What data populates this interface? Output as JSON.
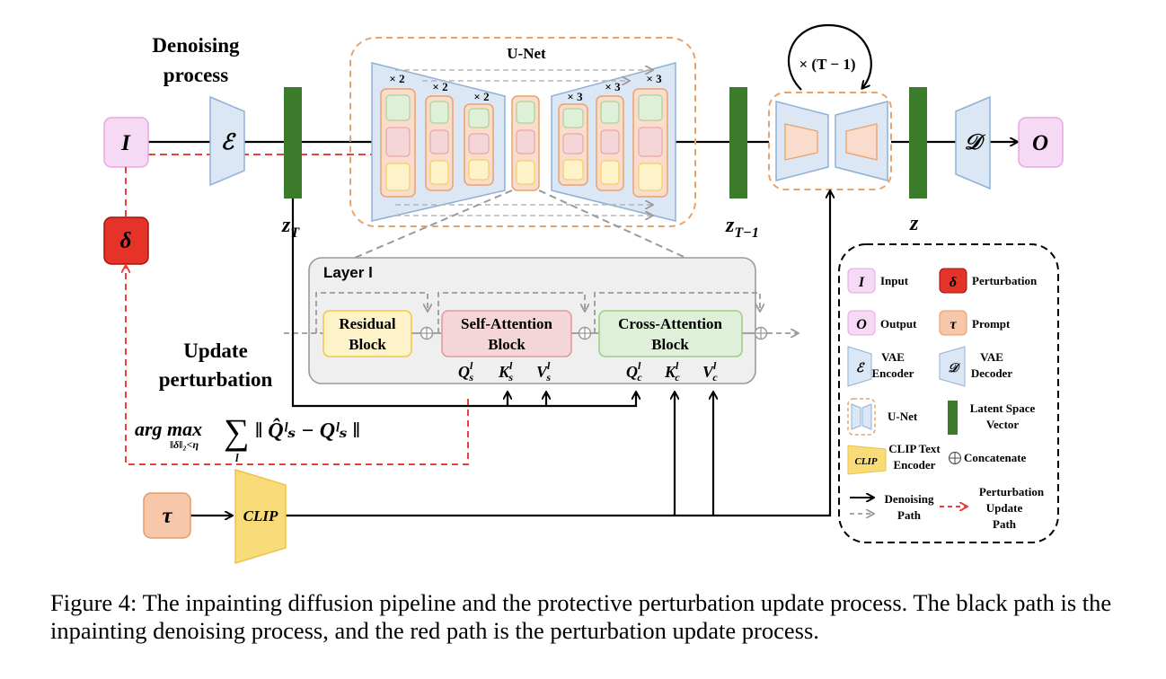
{
  "labels": {
    "denoising_1": "Denoising",
    "denoising_2": "process",
    "unet": "U-Net",
    "mult_x2": "× 2",
    "mult_x3": "× 3",
    "loop": "× (T − 1)",
    "update_1": "Update",
    "update_2": "perturbation",
    "layer": "Layer l",
    "residual_1": "Residual",
    "residual_2": "Block",
    "selfattn_1": "Self-Attention",
    "selfattn_2": "Block",
    "crossattn_1": "Cross-Attention",
    "crossattn_2": "Block",
    "node_I": "I",
    "node_E": "ℰ",
    "node_D": "𝒟",
    "node_O": "O",
    "node_delta": "δ",
    "node_tau": "τ",
    "clip": "CLIP",
    "zT": "z",
    "zT_sub": "T",
    "zT1": "z",
    "zT1_sub": "T−1",
    "z": "z",
    "Qs": "Q",
    "Ks": "K",
    "Vs": "V",
    "Qc": "Q",
    "Kc": "K",
    "Vc": "V",
    "sup_l": "l",
    "sub_s": "s",
    "sub_c": "c",
    "argmax": "arg max",
    "argmax_sub": "‖δ‖₂<η",
    "sum": "∑",
    "sum_sub": "l",
    "formula": "‖ Q̂ˡₛ − Qˡₛ ‖"
  },
  "legend": {
    "input": "Input",
    "perturbation": "Perturbation",
    "output": "Output",
    "prompt": "Prompt",
    "vae_encoder_1": "VAE",
    "vae_encoder_2": "Encoder",
    "vae_decoder_1": "VAE",
    "vae_decoder_2": "Decoder",
    "unet": "U-Net",
    "latent_1": "Latent Space",
    "latent_2": "Vector",
    "clip_1": "CLIP Text",
    "clip_2": "Encoder",
    "concat": "Concatenate",
    "denoise_path_1": "Denoising",
    "denoise_path_2": "Path",
    "pert_path_1": "Perturbation",
    "pert_path_2": "Update",
    "pert_path_3": "Path",
    "sym_I": "I",
    "sym_delta": "δ",
    "sym_O": "O",
    "sym_tau": "τ",
    "sym_E": "ℰ",
    "sym_D": "𝒟",
    "sym_clip": "CLIP"
  },
  "caption": "Figure 4: The inpainting diffusion pipeline and the protective perturbation update process. The black path is the inpainting denoising process, and the red path is the perturbation update process.",
  "colors": {
    "pink_fill": "#f6d9f4",
    "pink_stroke": "#e5a8e1",
    "red_fill": "#e6332a",
    "red_stroke": "#a3120d",
    "blue_fill": "#dbe7f5",
    "blue_stroke": "#8fb0d6",
    "green": "#3c7a2c",
    "orange_fill": "#f6c7a8",
    "orange_stroke": "#e59a6a",
    "clip_fill": "#f8dc7a",
    "res_fill": "#fdf2c8",
    "res_stroke": "#f2c94c",
    "self_fill": "#f4d5d8",
    "self_stroke": "#e39aa2",
    "cross_fill": "#dff0d8",
    "cross_stroke": "#9bd08a",
    "dashed_red": "#e8413a",
    "dashed_gray": "#9a9a9a"
  }
}
